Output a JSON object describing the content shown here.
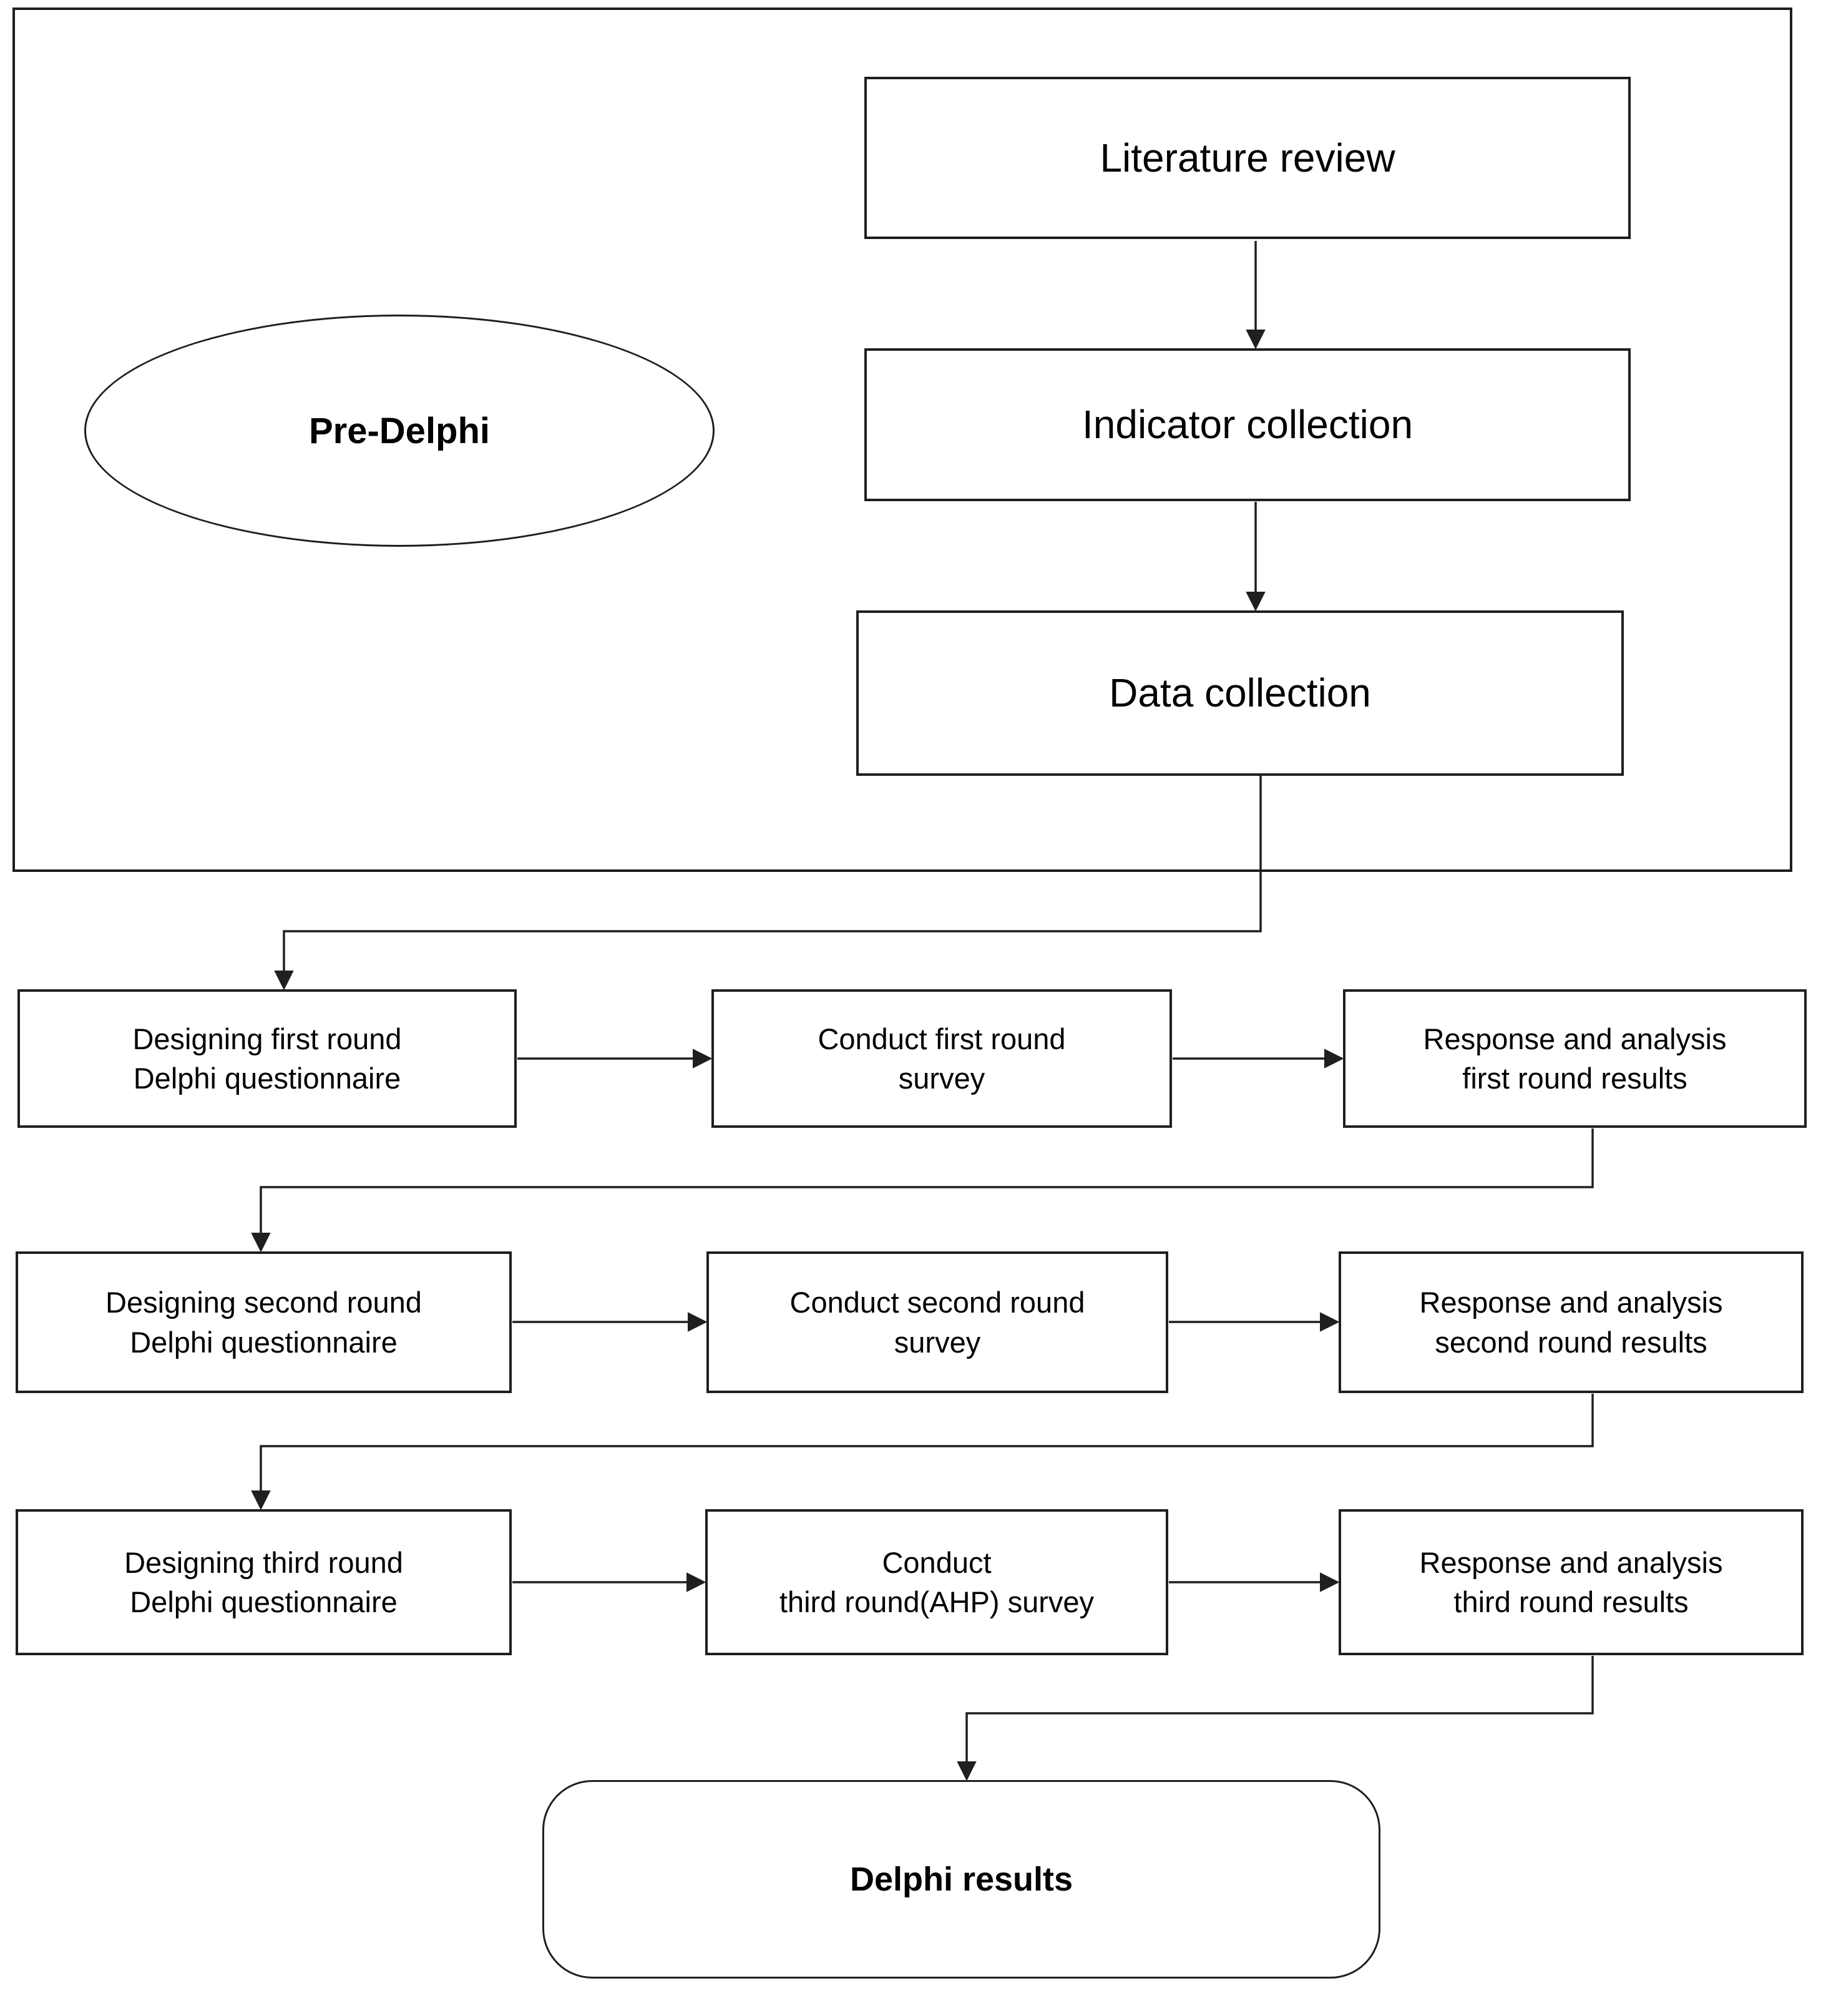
{
  "pre_delphi": {
    "label": "Pre-Delphi"
  },
  "top_flow": {
    "literature": "Literature review",
    "indicator": "Indicator collection",
    "data": "Data collection"
  },
  "rounds": [
    {
      "design_line1": "Designing first round",
      "design_line2": "Delphi questionnaire",
      "conduct_line1": "Conduct first round",
      "conduct_line2": "survey",
      "response_line1": "Response and analysis",
      "response_line2": "first round results"
    },
    {
      "design_line1": "Designing second round",
      "design_line2": "Delphi questionnaire",
      "conduct_line1": "Conduct second round",
      "conduct_line2": "survey",
      "response_line1": "Response and analysis",
      "response_line2": "second round results"
    },
    {
      "design_line1": "Designing third round",
      "design_line2": "Delphi questionnaire",
      "conduct_line1": "Conduct",
      "conduct_line2": "third round(AHP) survey",
      "response_line1": "Response and analysis",
      "response_line2": "third round results"
    }
  ],
  "result": {
    "label": "Delphi results"
  },
  "colors": {
    "line": "#1f1f1f",
    "text": "#000000",
    "background": "#ffffff"
  }
}
